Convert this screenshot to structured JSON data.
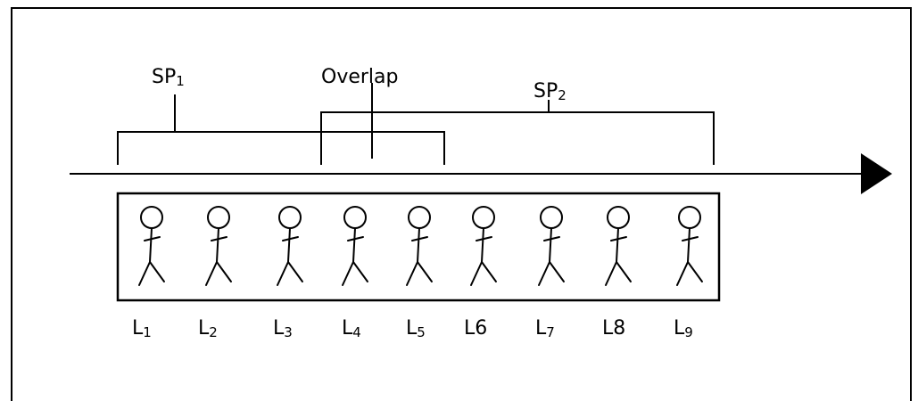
{
  "diagram": {
    "segments": [
      {
        "label": "SP",
        "sub": "1"
      },
      {
        "label": "Overlap",
        "sub": ""
      },
      {
        "label": "SP",
        "sub": "2"
      }
    ],
    "frames": [
      {
        "label": "L",
        "sub": "1"
      },
      {
        "label": "L",
        "sub": "2"
      },
      {
        "label": "L",
        "sub": "3"
      },
      {
        "label": "L",
        "sub": "4"
      },
      {
        "label": "L",
        "sub": "5"
      },
      {
        "label": "L6",
        "sub": ""
      },
      {
        "label": "L",
        "sub": "7"
      },
      {
        "label": "L8",
        "sub": ""
      },
      {
        "label": "L",
        "sub": "9"
      }
    ]
  }
}
